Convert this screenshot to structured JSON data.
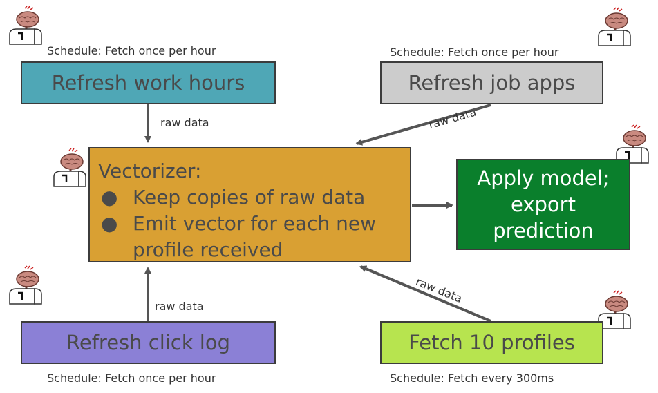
{
  "nodes": {
    "refresh_work_hours": {
      "label": "Refresh work hours",
      "color": "#4fa7b6",
      "schedule": "Schedule: Fetch once per hour"
    },
    "refresh_job_apps": {
      "label": "Refresh job apps",
      "color": "#cccccc",
      "schedule": "Schedule: Fetch once per hour"
    },
    "vectorizer": {
      "title": "Vectorizer:",
      "items": [
        "Keep copies of raw data",
        "Emit vector for each new profile received"
      ],
      "color": "#d9a033"
    },
    "apply_model": {
      "label": "Apply model; export prediction",
      "color": "#0a7f2c"
    },
    "refresh_click_log": {
      "label": "Refresh click log",
      "color": "#8b80d6",
      "schedule": "Schedule: Fetch once per hour"
    },
    "fetch_profiles": {
      "label": "Fetch 10 profiles",
      "color": "#b7e44f",
      "schedule": "Schedule: Fetch every 300ms"
    }
  },
  "edges": {
    "work_hours_to_vectorizer": "raw data",
    "job_apps_to_vectorizer": "raw data",
    "click_log_to_vectorizer": "raw data",
    "profiles_to_vectorizer": "raw data"
  },
  "icons": [
    "brain-mailbox-icon"
  ]
}
